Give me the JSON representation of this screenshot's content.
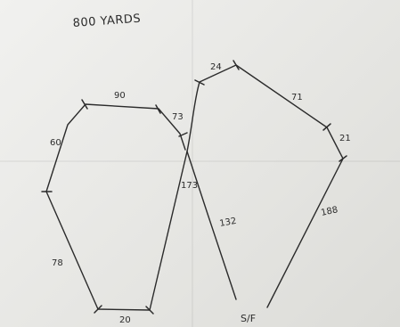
{
  "title": "800 YARDS",
  "start_finish": "S/F",
  "legs": [
    "90",
    "73",
    "60",
    "78",
    "20",
    "173",
    "24",
    "71",
    "21",
    "188",
    "132"
  ]
}
